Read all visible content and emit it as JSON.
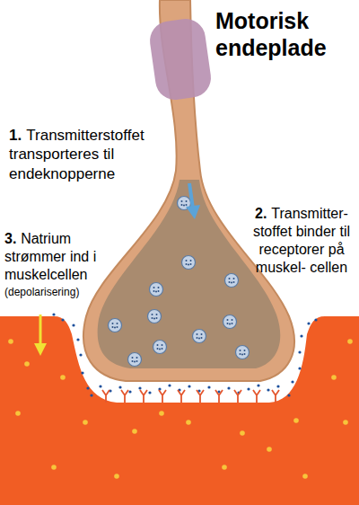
{
  "diagram": {
    "title": "Motorisk endeplade",
    "labels": [
      "1.",
      "Transmitterstoffet transporteres til endeknopperne",
      "2.",
      "Transmitter- stoffet binder til receptorer på muskel- cellen",
      "3.",
      "Natrium strømmer ind i muskelcellen",
      "(depolarisering)"
    ]
  }
}
